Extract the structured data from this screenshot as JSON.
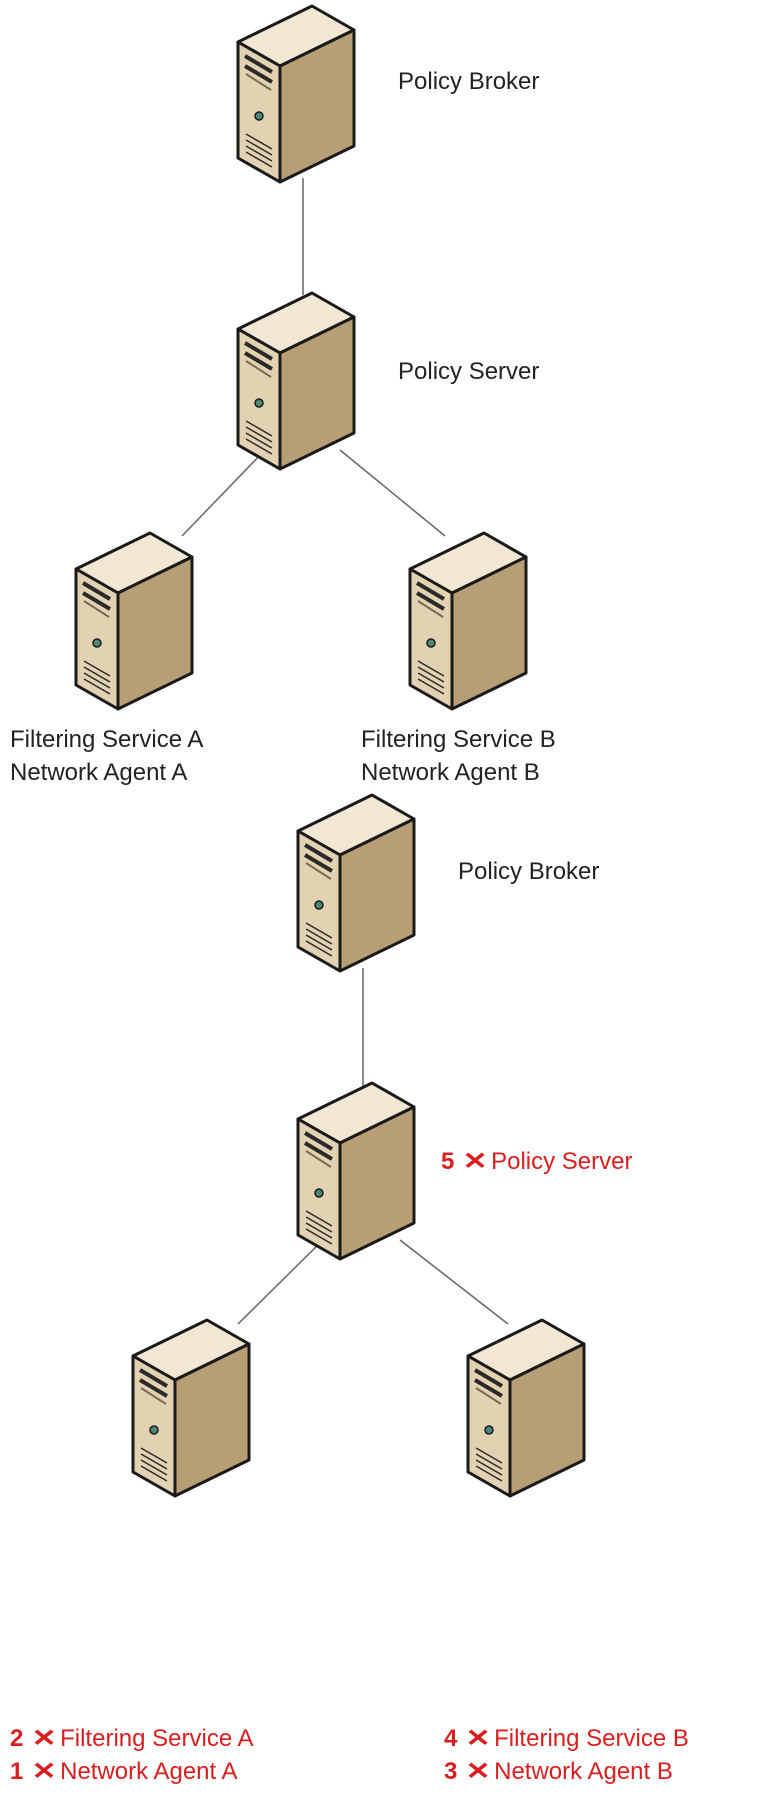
{
  "colors": {
    "failure_red": "#d81e1e",
    "server_body": "#e3d2b2",
    "server_side": "#b89e74",
    "server_top": "#f2e7d2",
    "line": "#666666"
  },
  "icons": {
    "server": "server-tower-icon",
    "failure": "red-x-mark-icon"
  },
  "diagram_top": {
    "policy_broker": "Policy Broker",
    "policy_server": "Policy Server",
    "filtering_service_a": "Filtering Service A",
    "network_agent_a": "Network Agent A",
    "filtering_service_b": "Filtering Service B",
    "network_agent_b": "Network Agent B"
  },
  "diagram_bottom": {
    "policy_broker": "Policy Broker",
    "policy_server": {
      "order": "5",
      "mark": "✕",
      "label": "Policy Server"
    },
    "filtering_service_a": {
      "order": "2",
      "mark": "✕",
      "label": "Filtering Service A"
    },
    "network_agent_a": {
      "order": "1",
      "mark": "✕",
      "label": "Network Agent A"
    },
    "filtering_service_b": {
      "order": "4",
      "mark": "✕",
      "label": "Filtering Service B"
    },
    "network_agent_b": {
      "order": "3",
      "mark": "✕",
      "label": "Network Agent B"
    }
  }
}
